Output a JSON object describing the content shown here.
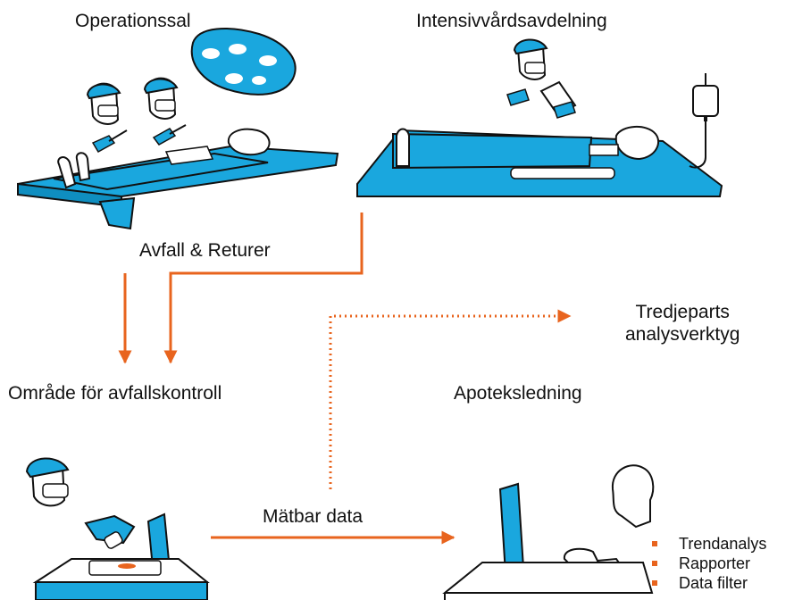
{
  "labels": {
    "operating_room": "Operationssal",
    "icu": "Intensivvårdsavdelning",
    "waste_returns": "Avfall & Returer",
    "waste_control_area": "Område för avfallskontroll",
    "pharmacy_management": "Apoteksledning",
    "third_party_line1": "Tredjeparts",
    "third_party_line2": "analysverktyg",
    "measurable_data": "Mätbar data"
  },
  "legend": [
    "Trendanalys",
    "Rapporter",
    "Data filter"
  ],
  "colors": {
    "blue": "#1aa7de",
    "orange": "#e8641e",
    "outline": "#111111",
    "text": "#111111"
  },
  "icons": [
    "surgical-lamp-icon",
    "surgeon-icon",
    "patient-icon",
    "operating-table-icon",
    "nurse-icon",
    "iv-drip-icon",
    "hospital-bed-icon",
    "scanner-icon",
    "computer-monitor-icon",
    "keyboard-icon",
    "mouse-icon",
    "pharmacist-head-icon"
  ]
}
